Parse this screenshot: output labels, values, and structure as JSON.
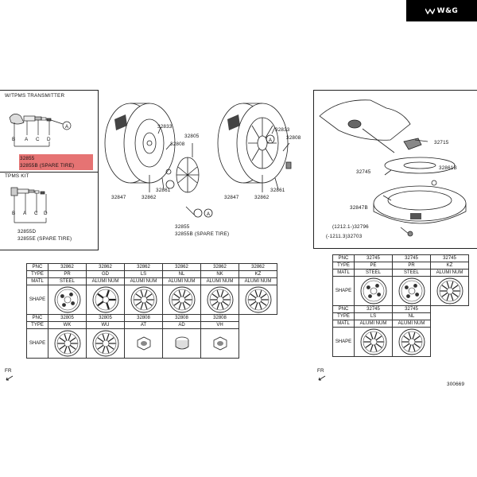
{
  "logo": {
    "text": "W&G"
  },
  "left_panel": {
    "tpms_transmitter_title": "W/TPMS TRANSMITTER",
    "letters": [
      "B",
      "A",
      "C",
      "D"
    ],
    "part_32855": "32855",
    "part_32855B_spare": "32855B (SPARE TIRE)",
    "tpms_kit_title": "TPMS KIT",
    "part_32855D": "32855D",
    "part_32855E_spare": "32855E (SPARE TIRE)"
  },
  "center_panel": {
    "callouts": [
      "32833",
      "32805",
      "32808",
      "32861",
      "32847",
      "32862",
      "32855",
      "32855B (SPARE TIRE)",
      "32833",
      "32808",
      "32847",
      "32862",
      "32861"
    ],
    "circle_label": "A"
  },
  "right_panel": {
    "callouts": [
      "32715",
      "32745",
      "32861B",
      "32847B",
      "(1212.1-)32796",
      "(-1211.3)32703"
    ]
  },
  "table_center": {
    "rows": [
      {
        "hd": "PNC",
        "cells": [
          "32862",
          "32862",
          "32862",
          "32862",
          "32862",
          "32862"
        ]
      },
      {
        "hd": "TYPE",
        "cells": [
          "PR",
          "GD",
          "LS",
          "NL",
          "NK",
          "KZ"
        ]
      },
      {
        "hd": "MATL",
        "cells": [
          "STEEL",
          "ALUMI NUM",
          "ALUMI NUM",
          "ALUMI NUM",
          "ALUMI NUM",
          "ALUMI NUM"
        ]
      },
      {
        "hd": "SHAPE",
        "cells": []
      },
      {
        "hd": "PNC",
        "cells": [
          "32805",
          "32805",
          "32808",
          "32808",
          "32808"
        ]
      },
      {
        "hd": "TYPE",
        "cells": [
          "WK",
          "WU",
          "AT",
          "AD",
          "VH"
        ]
      },
      {
        "hd": "SHAPE",
        "cells": []
      }
    ]
  },
  "table_right": {
    "rows": [
      {
        "hd": "PNC",
        "cells": [
          "32745",
          "32745",
          "32745"
        ]
      },
      {
        "hd": "TYPE",
        "cells": [
          "PE",
          "PR",
          "KZ"
        ]
      },
      {
        "hd": "MATL",
        "cells": [
          "STEEL",
          "STEEL",
          "ALUMI NUM"
        ]
      },
      {
        "hd": "SHAPE",
        "cells": []
      },
      {
        "hd": "PNC",
        "cells": [
          "32745",
          "32745"
        ]
      },
      {
        "hd": "TYPE",
        "cells": [
          "LS",
          "NL"
        ]
      },
      {
        "hd": "MATL",
        "cells": [
          "ALUMI NUM",
          "ALUMI NUM"
        ]
      },
      {
        "hd": "SHAPE",
        "cells": []
      }
    ]
  },
  "fr_label": "FR",
  "drawing_number": "300669"
}
